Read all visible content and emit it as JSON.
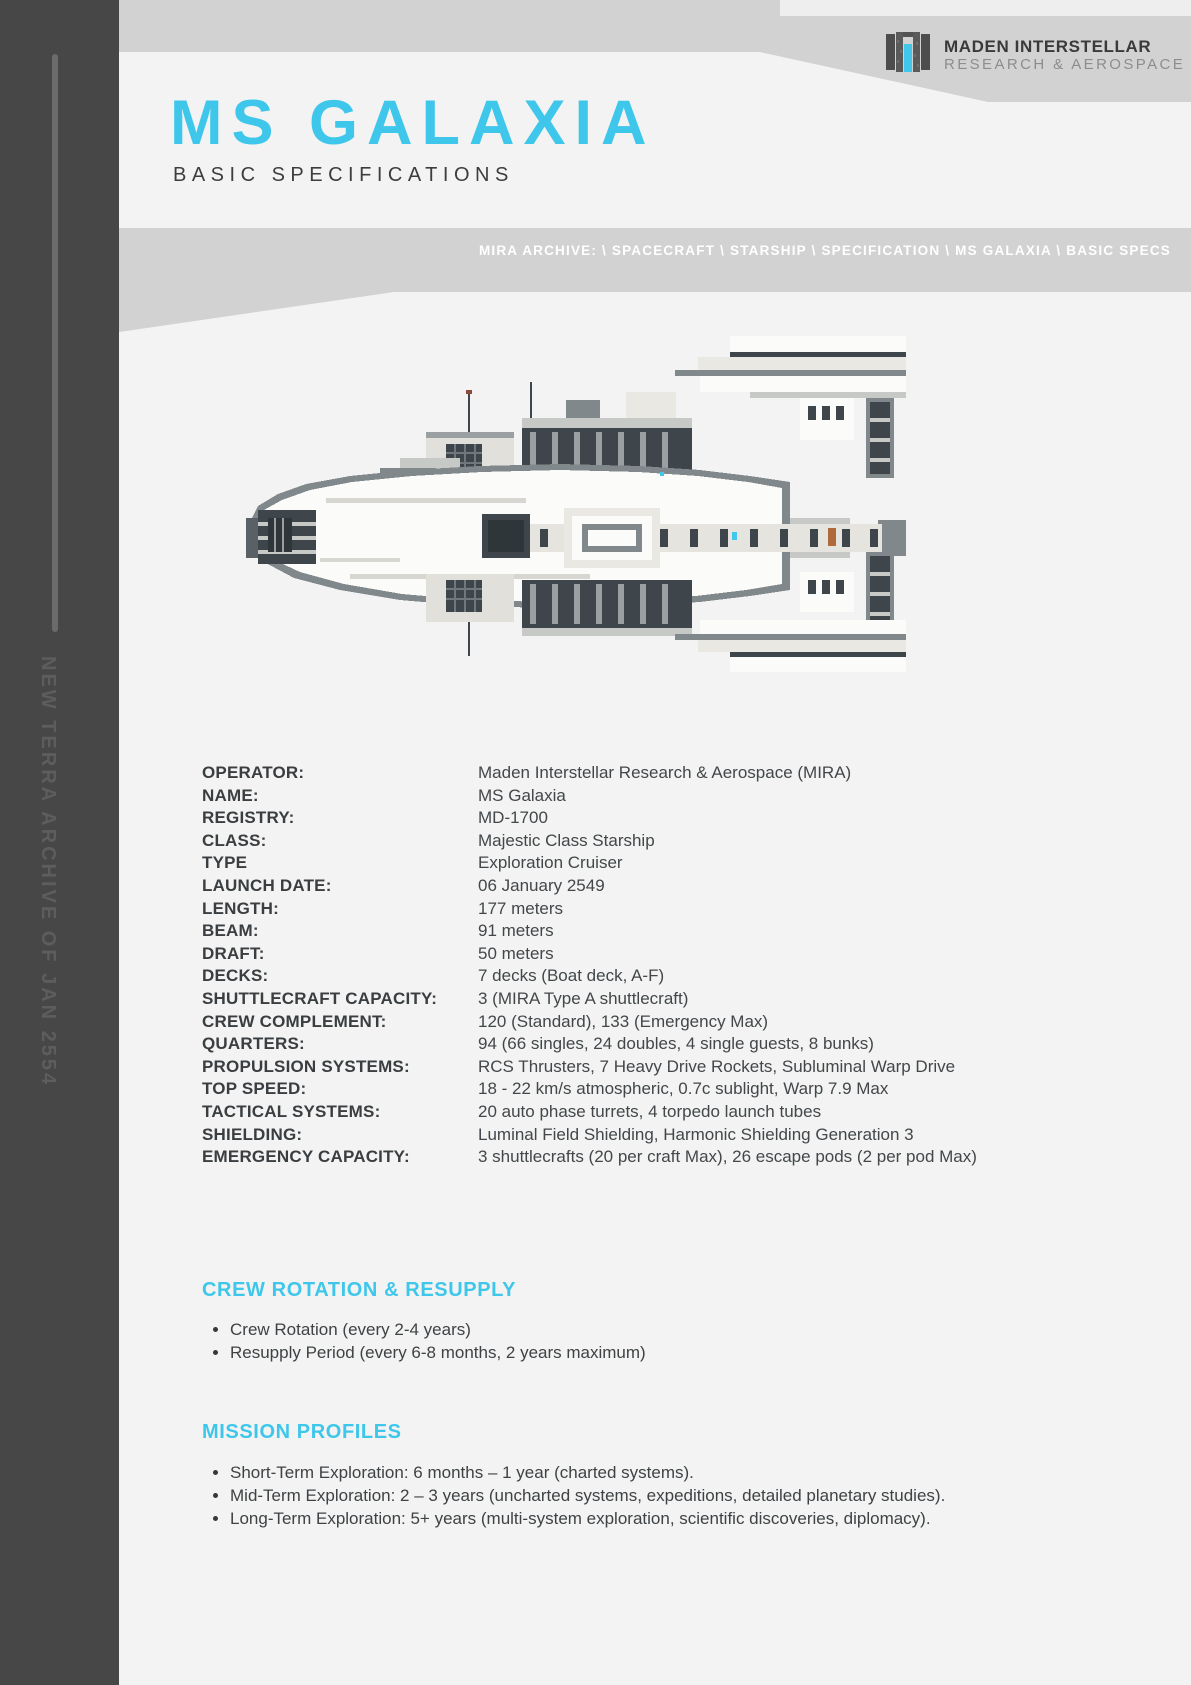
{
  "sidebar": {
    "vertical_text": "NEW TERRA ARCHIVE OF JAN 2554"
  },
  "header": {
    "logo_line1": "MADEN INTERSTELLAR",
    "logo_line2": "RESEARCH & AEROSPACE",
    "title": "MS GALAXIA",
    "subtitle": "BASIC SPECIFICATIONS",
    "breadcrumb": "MIRA ARCHIVE: \\ SPACECRAFT \\ STARSHIP \\ SPECIFICATION \\ MS GALAXIA \\ BASIC SPECS"
  },
  "colors": {
    "accent_cyan": "#3ec7ea",
    "sidebar_dark": "#474747",
    "band_gray": "#d2d2d2",
    "page_light": "#f2f3f2",
    "breadcrumb_text": "#ffffff"
  },
  "specs": {
    "rows": [
      {
        "label": "OPERATOR:",
        "value": "Maden Interstellar Research & Aerospace (MIRA)"
      },
      {
        "label": "NAME:",
        "value": "MS Galaxia"
      },
      {
        "label": "REGISTRY:",
        "value": "MD-1700"
      },
      {
        "label": "CLASS:",
        "value": "Majestic Class Starship"
      },
      {
        "label": "TYPE",
        "value": "Exploration Cruiser"
      },
      {
        "label": "LAUNCH DATE:",
        "value": "06 January 2549"
      },
      {
        "label": "LENGTH:",
        "value": "177 meters"
      },
      {
        "label": "BEAM:",
        "value": "91 meters"
      },
      {
        "label": "DRAFT:",
        "value": "50 meters"
      },
      {
        "label": "DECKS:",
        "value": "7 decks (Boat deck, A-F)"
      },
      {
        "label": "SHUTTLECRAFT CAPACITY:",
        "value": "3 (MIRA Type A shuttlecraft)"
      },
      {
        "label": "CREW COMPLEMENT:",
        "value": "120 (Standard), 133 (Emergency Max)"
      },
      {
        "label": "QUARTERS:",
        "value": "94 (66 singles, 24 doubles, 4 single guests, 8 bunks)"
      },
      {
        "label": "PROPULSION SYSTEMS:",
        "value": "RCS Thrusters, 7 Heavy Drive Rockets, Subluminal Warp Drive"
      },
      {
        "label": "TOP SPEED:",
        "value": "18 - 22 km/s atmospheric, 0.7c sublight, Warp 7.9 Max"
      },
      {
        "label": "TACTICAL SYSTEMS:",
        "value": "20 auto phase turrets, 4 torpedo launch tubes"
      },
      {
        "label": "SHIELDING:",
        "value": "Luminal Field Shielding, Harmonic Shielding Generation 3"
      },
      {
        "label": "EMERGENCY CAPACITY:",
        "value": "3 shuttlecrafts (20 per craft Max), 26 escape pods (2 per pod Max)"
      }
    ]
  },
  "sections": [
    {
      "heading": "CREW ROTATION & RESUPPLY",
      "bullets": [
        "Crew Rotation (every 2-4 years)",
        "Resupply Period (every 6-8 months, 2 years maximum)"
      ]
    },
    {
      "heading": "MISSION PROFILES",
      "bullets": [
        "Short-Term Exploration: 6 months – 1 year (charted systems).",
        "Mid-Term Exploration: 2 – 3 years (uncharted systems, expeditions, detailed planetary studies).",
        "Long-Term Exploration: 5+ years (multi-system exploration, scientific discoveries, diplomacy)."
      ]
    }
  ]
}
